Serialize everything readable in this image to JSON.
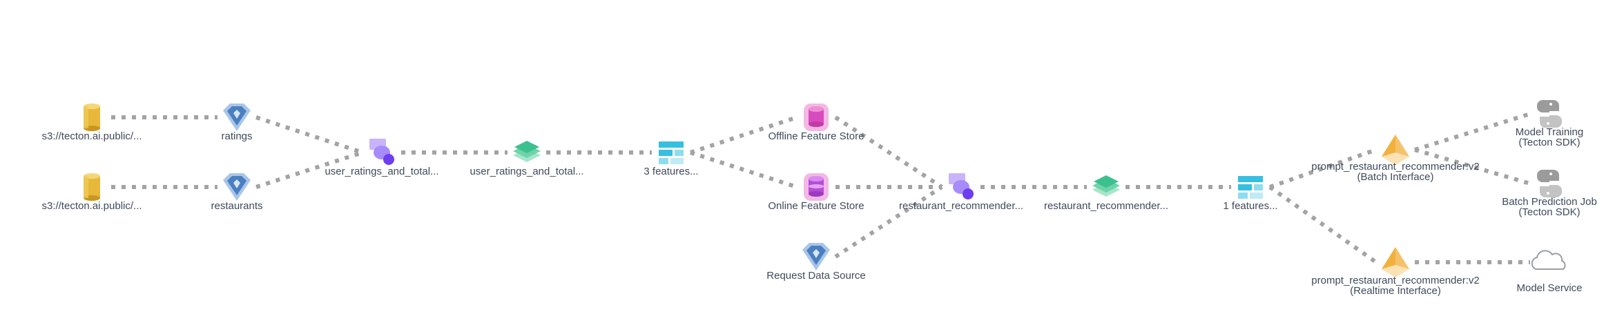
{
  "diagram": {
    "nodes": {
      "s3_source_1": {
        "label": "s3://tecton.ai.public/...",
        "icon": "cylinder-data-source-icon",
        "color": "#e8b83a"
      },
      "s3_source_2": {
        "label": "s3://tecton.ai.public/...",
        "icon": "cylinder-data-source-icon",
        "color": "#e8b83a"
      },
      "ratings": {
        "label": "ratings",
        "icon": "diamond-data-source-icon",
        "color": "#4a7fc1"
      },
      "restaurants": {
        "label": "restaurants",
        "icon": "diamond-data-source-icon",
        "color": "#4a7fc1"
      },
      "transformation_1": {
        "label": "user_ratings_and_total...",
        "icon": "transformation-icon",
        "color": "#8b5cf6"
      },
      "feature_view_1": {
        "label": "user_ratings_and_total...",
        "icon": "feature-view-layers-icon",
        "color": "#3cc08f"
      },
      "feature_service_1": {
        "label": "3 features...",
        "icon": "feature-set-icon",
        "color": "#36bfe0"
      },
      "offline_store": {
        "label": "Offline Feature Store",
        "icon": "offline-store-icon",
        "color": "#d84bbf"
      },
      "online_store": {
        "label": "Online Feature Store",
        "icon": "online-store-icon",
        "color": "#d84bbf"
      },
      "request_source": {
        "label": "Request Data Source",
        "icon": "diamond-data-source-icon",
        "color": "#4a7fc1"
      },
      "transformation_2": {
        "label": "restaurant_recommender...",
        "icon": "transformation-icon",
        "color": "#8b5cf6"
      },
      "feature_view_2": {
        "label": "restaurant_recommender...",
        "icon": "feature-view-layers-icon",
        "color": "#3cc08f"
      },
      "feature_service_2": {
        "label": "1 features...",
        "icon": "feature-set-icon",
        "color": "#36bfe0"
      },
      "prompt_batch": {
        "label": "prompt_restaurant_recommender:v2",
        "sublabel": "(Batch Interface)",
        "icon": "prompt-pyramid-icon",
        "color": "#f2b13c"
      },
      "prompt_realtime": {
        "label": "prompt_restaurant_recommender:v2",
        "sublabel": "(Realtime Interface)",
        "icon": "prompt-pyramid-icon",
        "color": "#f2b13c"
      },
      "model_training": {
        "label": "Model Training",
        "sublabel": "(Tecton SDK)",
        "icon": "python-icon",
        "color": "#8a8a8a"
      },
      "batch_prediction": {
        "label": "Batch Prediction Job",
        "sublabel": "(Tecton SDK)",
        "icon": "python-icon",
        "color": "#8a8a8a"
      },
      "model_service": {
        "label": "Model Service",
        "icon": "cloud-icon",
        "color": "#9aa0a8"
      }
    },
    "edges": [
      [
        "s3_source_1",
        "ratings"
      ],
      [
        "s3_source_2",
        "restaurants"
      ],
      [
        "ratings",
        "transformation_1"
      ],
      [
        "restaurants",
        "transformation_1"
      ],
      [
        "transformation_1",
        "feature_view_1"
      ],
      [
        "feature_view_1",
        "feature_service_1"
      ],
      [
        "feature_service_1",
        "offline_store"
      ],
      [
        "feature_service_1",
        "online_store"
      ],
      [
        "offline_store",
        "transformation_2"
      ],
      [
        "online_store",
        "transformation_2"
      ],
      [
        "request_source",
        "transformation_2"
      ],
      [
        "transformation_2",
        "feature_view_2"
      ],
      [
        "feature_view_2",
        "feature_service_2"
      ],
      [
        "feature_service_2",
        "prompt_batch"
      ],
      [
        "feature_service_2",
        "prompt_realtime"
      ],
      [
        "prompt_batch",
        "model_training"
      ],
      [
        "prompt_batch",
        "batch_prediction"
      ],
      [
        "prompt_realtime",
        "model_service"
      ]
    ]
  }
}
